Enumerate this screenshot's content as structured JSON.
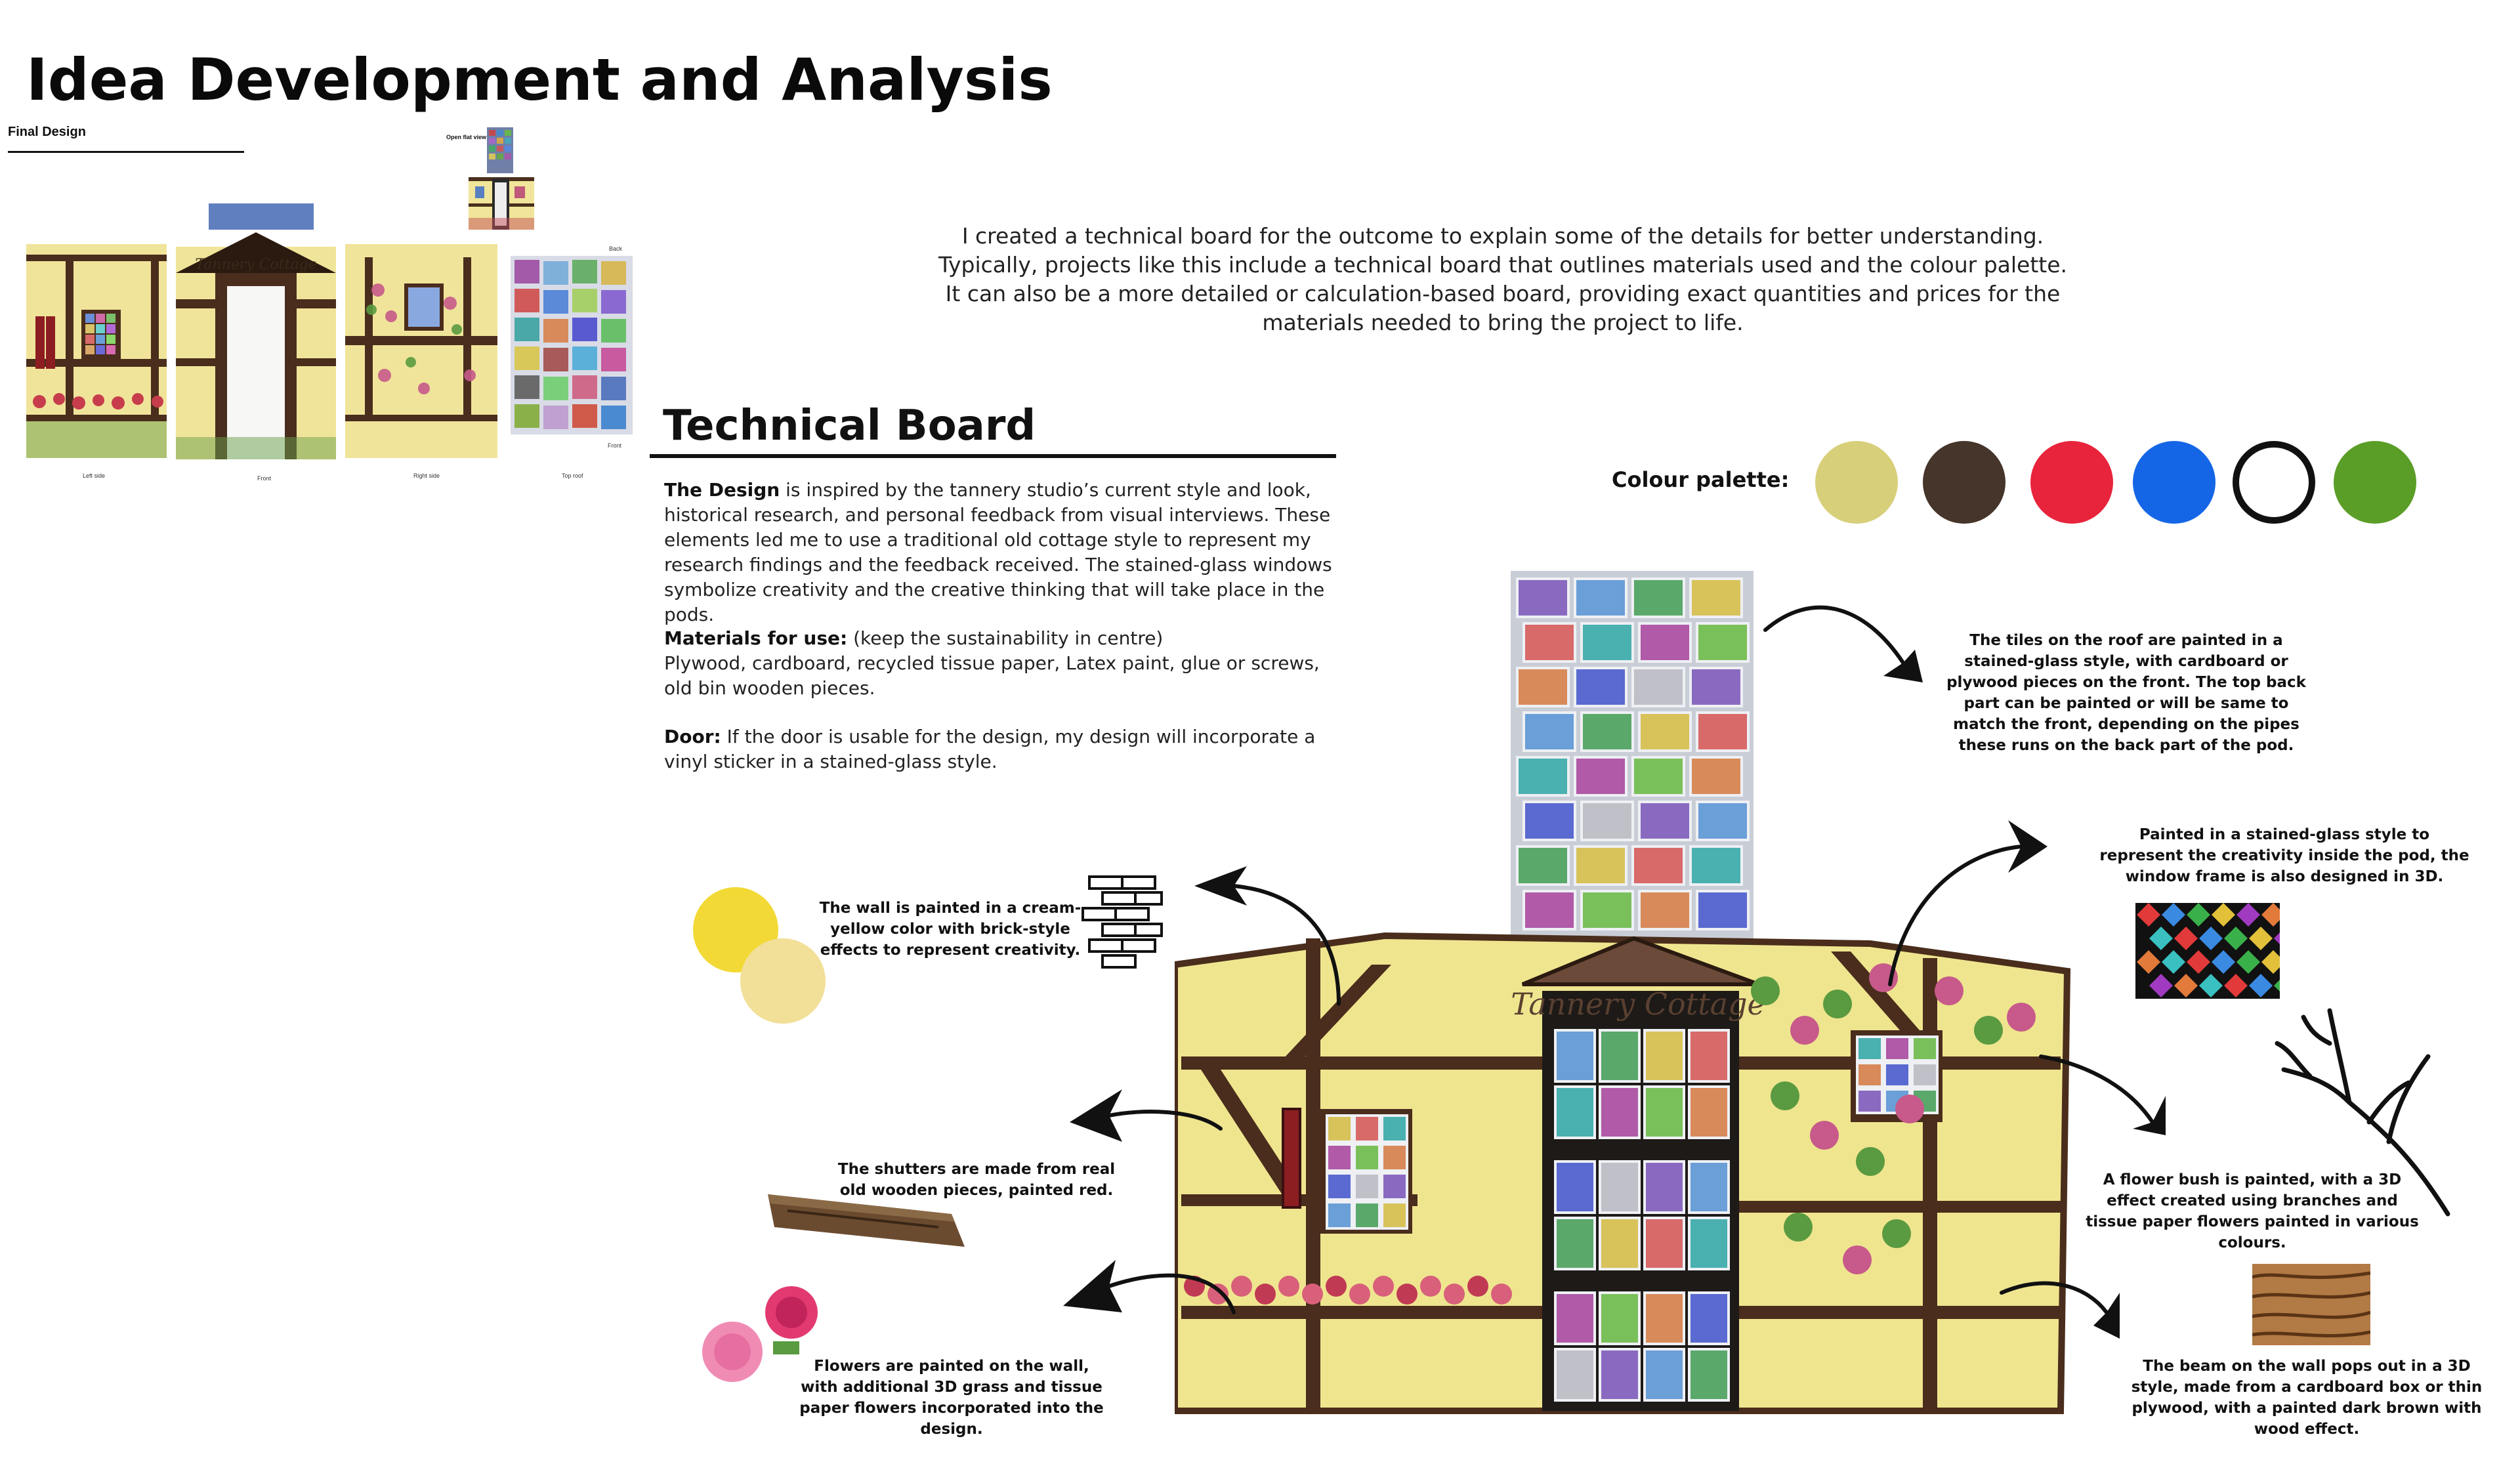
{
  "page_title": "Idea Development and Analysis",
  "final_design": {
    "label": "Final Design",
    "open_flat_view": "Open flat view",
    "captions": [
      "Left side",
      "Front",
      "Right side",
      "Top roof"
    ],
    "back_label": "Back",
    "front_label": "Front",
    "sign_text": "Tannery Cottage"
  },
  "intro_paragraph": "I created a technical board for the outcome to explain some of the details for better understanding. Typically, projects like this include a technical board that outlines materials used and the colour palette. It can also be a more detailed or calculation-based board, providing exact quantities and prices for the materials needed to bring the project to life.",
  "technical_board": {
    "title": "Technical Board",
    "design_label": "The Design",
    "design_text": " is inspired by the tannery studio’s current style and look, historical research, and personal feedback from visual interviews. These elements led me to use a traditional old cottage style to represent my research findings and the feedback received. The stained-glass windows symbolize creativity and the creative thinking that will take place in the pods.",
    "materials_label": "Materials for use:",
    "materials_note": " (keep the sustainability in centre)",
    "materials_text": "Plywood, cardboard, recycled tissue paper, Latex paint, glue or screws, old bin wooden pieces.",
    "door_label": "Door:",
    "door_text": " If the door is usable for the design, my design will incorporate a vinyl sticker in a stained-glass style."
  },
  "palette": {
    "label": "Colour palette:",
    "colors": [
      "#d8cf7a",
      "#45352a",
      "#e8243c",
      "#1566e6",
      "#ffffff",
      "#5b9e27"
    ]
  },
  "annotations": {
    "roof_tiles": "The tiles on the roof are painted in a stained-glass style, with cardboard or plywood pieces on the front. The top back part can be painted or will be same to match the front, depending on the pipes these runs on the back part of the pod.",
    "window": "Painted in a stained-glass style to represent the creativity inside the pod, the window frame is also designed in 3D.",
    "wall": "The wall is painted in a cream-yellow color with brick-style effects to represent creativity.",
    "flower_bush": "A flower bush is painted, with a 3D effect created using branches and tissue paper flowers painted in various colours.",
    "shutters": "The shutters are made from real old wooden pieces, painted red.",
    "beam": "The beam on the wall pops out in a 3D style, made from a cardboard box or thin plywood, with a painted dark brown with wood effect.",
    "flowers": "Flowers are painted on the wall, with additional 3D grass and tissue paper flowers incorporated into the design."
  },
  "cottage_sign": "Tannery Cottage"
}
